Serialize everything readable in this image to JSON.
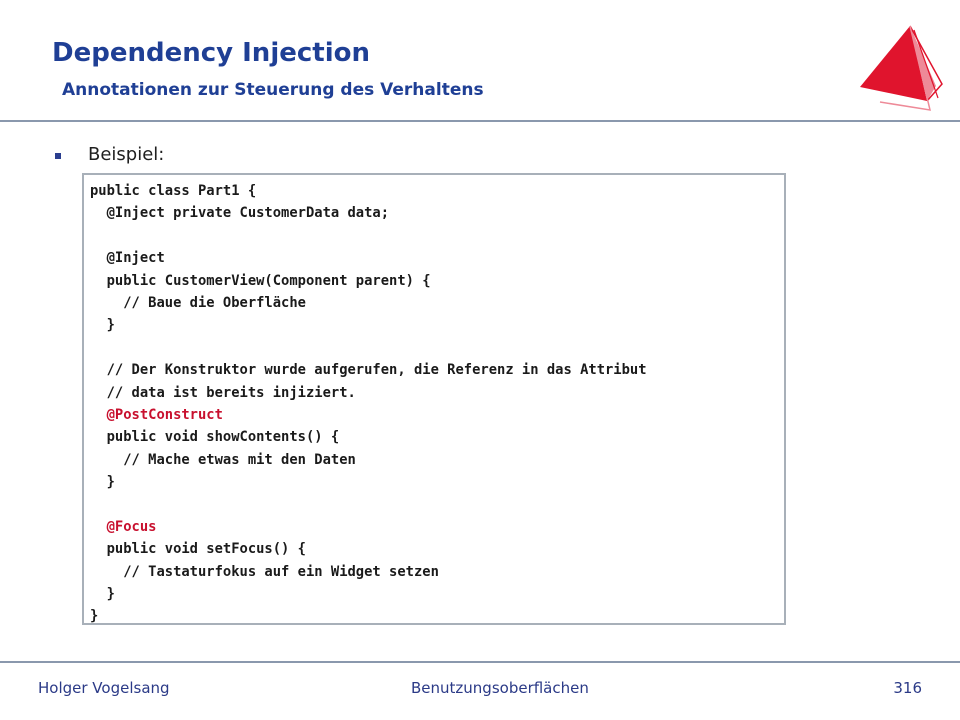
{
  "header": {
    "title": "Dependency Injection",
    "subtitle": "Annotationen zur Steuerung des Verhaltens"
  },
  "content": {
    "bullet": "Beispiel:",
    "code": [
      {
        "text": "public class Part1 {",
        "highlight": false
      },
      {
        "text": "  @Inject private CustomerData data;",
        "highlight": false
      },
      {
        "text": "",
        "highlight": false
      },
      {
        "text": "  @Inject",
        "highlight": false
      },
      {
        "text": "  public CustomerView(Component parent) {",
        "highlight": false
      },
      {
        "text": "    // Baue die Oberfläche",
        "highlight": false
      },
      {
        "text": "  }",
        "highlight": false
      },
      {
        "text": "",
        "highlight": false
      },
      {
        "text": "  // Der Konstruktor wurde aufgerufen, die Referenz in das Attribut",
        "highlight": false
      },
      {
        "text": "  // data ist bereits injiziert.",
        "highlight": false
      },
      {
        "text": "  @PostConstruct",
        "highlight": true
      },
      {
        "text": "  public void showContents() {",
        "highlight": false
      },
      {
        "text": "    // Mache etwas mit den Daten",
        "highlight": false
      },
      {
        "text": "  }",
        "highlight": false
      },
      {
        "text": "",
        "highlight": false
      },
      {
        "text": "  @Focus",
        "highlight": true
      },
      {
        "text": "  public void setFocus() {",
        "highlight": false
      },
      {
        "text": "    // Tastaturfokus auf ein Widget setzen",
        "highlight": false
      },
      {
        "text": "  }",
        "highlight": false
      },
      {
        "text": "}",
        "highlight": false
      }
    ]
  },
  "footer": {
    "author": "Holger Vogelsang",
    "course": "Benutzungsoberflächen",
    "page": "316"
  },
  "colors": {
    "title": "#1f3f95",
    "highlight": "#c8102e",
    "logo": "#e0142d"
  },
  "icons": {
    "logo": "sail-logo-icon"
  }
}
